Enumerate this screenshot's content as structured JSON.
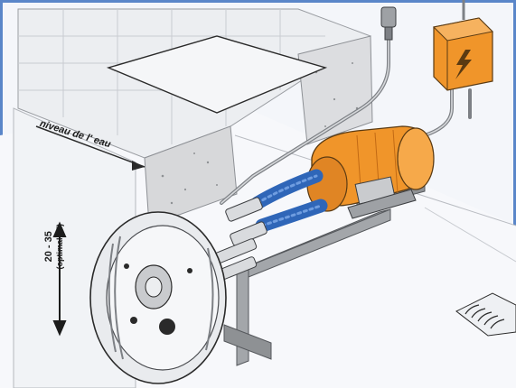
{
  "labels": {
    "water_level": "niveau de l' eau",
    "depth_range": "20 - 35",
    "depth_optimal": "(optimal 25)"
  },
  "colors": {
    "pump_orange": "#f0952a",
    "hose_blue": "#2f66b8",
    "frame_blue": "#5a86c9",
    "steel_gray": "#8e9194",
    "wall_gray": "#d7d8da"
  },
  "icons": {
    "junction_box": "lightning-bolt-icon",
    "floor_drain": "grate-icon"
  }
}
